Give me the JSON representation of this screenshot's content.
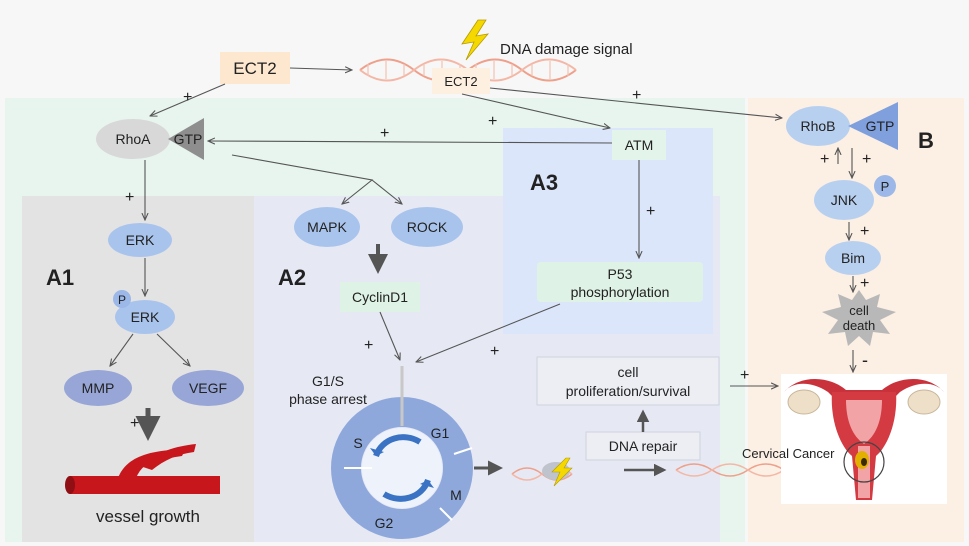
{
  "nodes": {
    "ect2_top": "ECT2",
    "dna_damage": "DNA damage signal",
    "ect2_dna": "ECT2",
    "rhoa": "RhoA",
    "rhoa_gtp": "GTP",
    "atm": "ATM",
    "rhob": "RhoB",
    "rhob_gtp": "GTP",
    "jnk": "JNK",
    "jnk_p": "P",
    "bim": "Bim",
    "cell_death": [
      "cell",
      "death"
    ],
    "erk1": "ERK",
    "erk2": "ERK",
    "erk_p": "P",
    "mmp": "MMP",
    "vegf": "VEGF",
    "vessel_growth": "vessel growth",
    "mapk": "MAPK",
    "rock": "ROCK",
    "cyclind1": "CyclinD1",
    "g1s_arrest": [
      "G1/S",
      "phase arrest"
    ],
    "cycle_s": "S",
    "cycle_g1": "G1",
    "cycle_m": "M",
    "cycle_g2": "G2",
    "p53": [
      "P53",
      "phosphorylation"
    ],
    "proliferation": [
      "cell",
      "proliferation/survival"
    ],
    "dna_repair": "DNA repair",
    "cervical_cancer": "Cervical Cancer"
  },
  "panels": {
    "a1": "A1",
    "a2": "A2",
    "a3": "A3",
    "b": "B"
  },
  "signs": {
    "plus": "+",
    "minus": "-"
  },
  "colors": {
    "node_blue": "#a9c4ec",
    "node_dark": "#97a6d6",
    "panel_a1": "#e3e3e3",
    "panel_a2": "#e6e9f4",
    "panel_a3": "#dbe6fa",
    "panel_b": "#fcefe4",
    "arrow": "#555555",
    "vessel_red": "#c8161d",
    "lightning": "#f5d800"
  }
}
